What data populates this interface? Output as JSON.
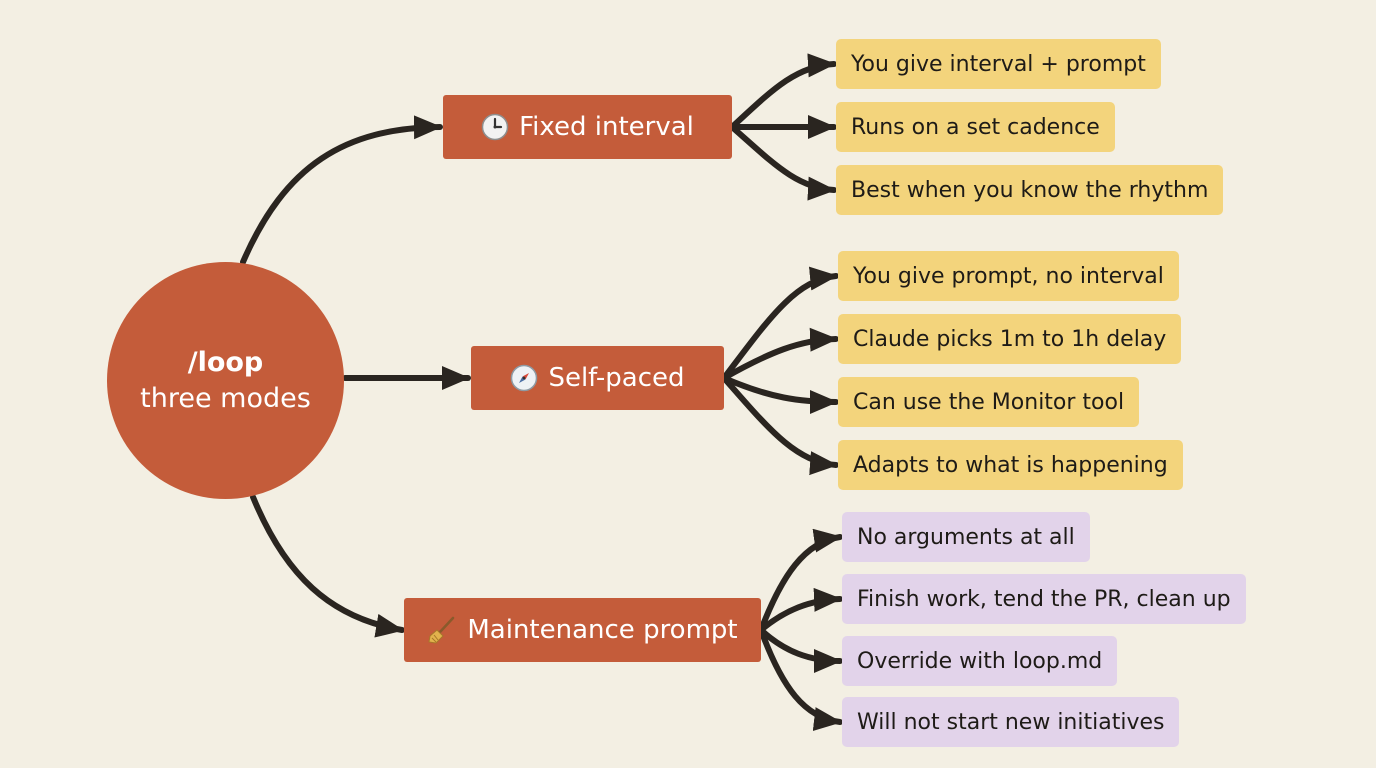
{
  "root": {
    "title": "/loop",
    "subtitle": "three modes"
  },
  "modes": [
    {
      "label": "Fixed interval",
      "icon": "clock-icon",
      "items": [
        "You give interval + prompt",
        "Runs on a set cadence",
        "Best when you know the rhythm"
      ]
    },
    {
      "label": "Self-paced",
      "icon": "compass-icon",
      "items": [
        "You give prompt, no interval",
        "Claude picks 1m to 1h delay",
        "Can use the Monitor tool",
        "Adapts to what is happening"
      ]
    },
    {
      "label": "Maintenance prompt",
      "icon": "broom-icon",
      "items": [
        "No arguments at all",
        "Finish work, tend the PR, clean up",
        "Override with loop.md",
        "Will not start new initiatives"
      ]
    }
  ],
  "colors": {
    "background": "#f3efe3",
    "node": "#c45c3a",
    "leaf_yellow": "#f3d47c",
    "leaf_purple": "#e2d3ea",
    "arrow": "#2a2520"
  }
}
